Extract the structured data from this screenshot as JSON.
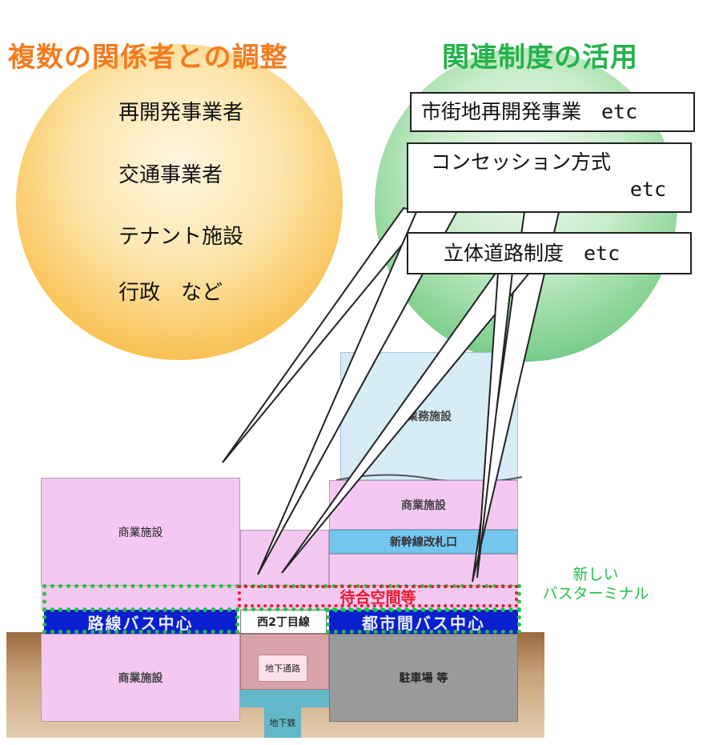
{
  "headings": {
    "left": "複数の関係者との調整",
    "right": "関連制度の活用"
  },
  "stakeholders": [
    "再開発事業者",
    "交通事業者",
    "テナント施設",
    "行政　など"
  ],
  "systems": {
    "box1": "市街地再開発事業　etc",
    "box2_line1": "コンセッション方式",
    "box2_line2": "etc",
    "box3": "立体道路制度　etc"
  },
  "building_labels": {
    "office": "業務施設",
    "commercial_left": "商業施設",
    "commercial_right": "商業施設",
    "shinkansen_gate": "新幹線改札口",
    "waiting_space": "待合空間等",
    "route_bus": "路線バス中心",
    "nishi2": "西2丁目線",
    "intercity_bus": "都市間バス中心",
    "underground_commercial": "商業施設",
    "underground_passage": "地下通路",
    "parking": "駐車場 等",
    "subway": "地下鉄"
  },
  "new_terminal": [
    "新しい",
    "バスターミナル"
  ],
  "colors": {
    "heading_left": "#f47b20",
    "heading_right": "#24b24b",
    "green_dotted": "#22c24a",
    "red_dotted": "#e8192c",
    "bus_blue": "#0a1fcf",
    "pink": "#f4c8f0",
    "office_blue": "#d6ecf7",
    "gate_blue": "#74c6ef"
  }
}
